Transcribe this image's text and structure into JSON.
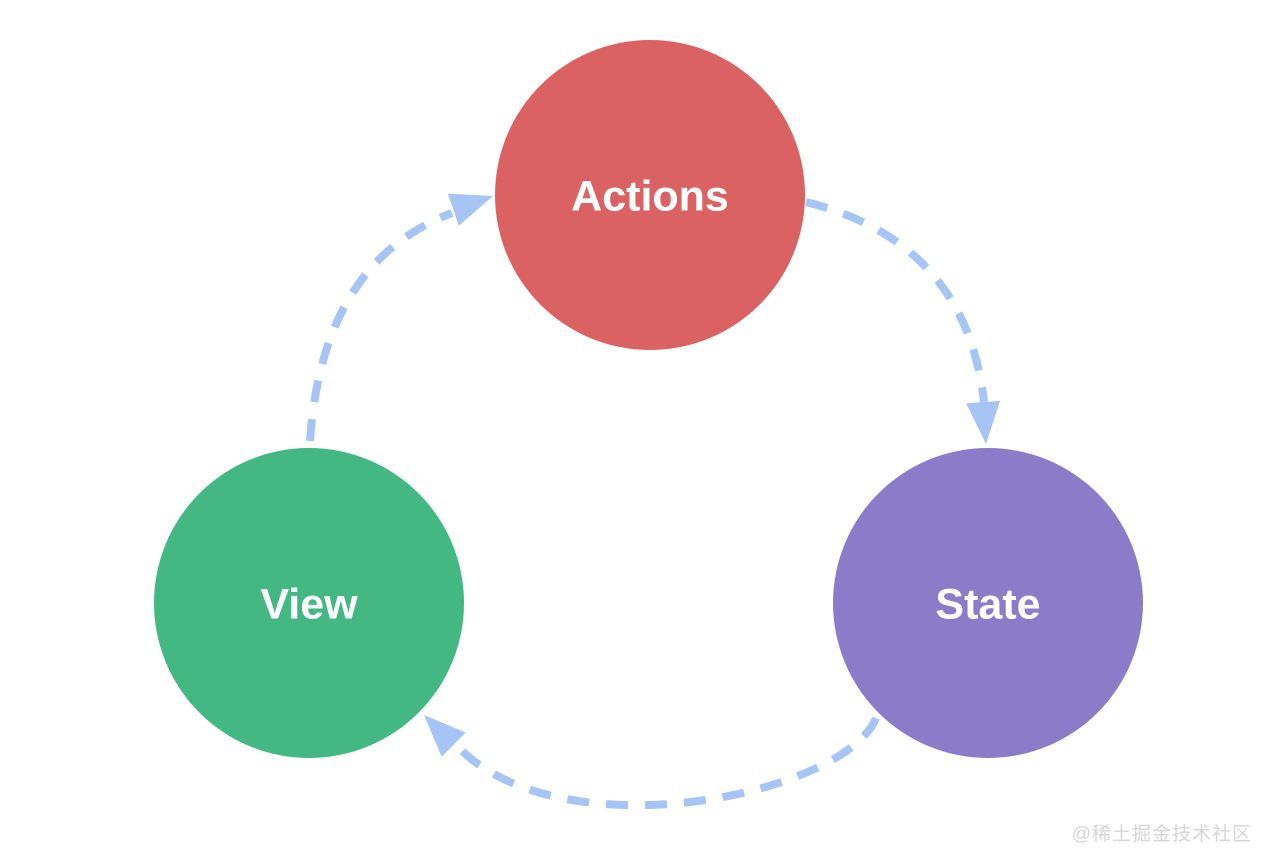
{
  "page": {
    "background": "#ffffff"
  },
  "diagram": {
    "type": "cycle",
    "nodes": [
      {
        "id": "actions",
        "label": "Actions",
        "color": "#db6262"
      },
      {
        "id": "state",
        "label": "State",
        "color": "#8a7cc8"
      },
      {
        "id": "view",
        "label": "View",
        "color": "#43b883"
      }
    ],
    "edges": [
      {
        "from": "actions",
        "to": "state"
      },
      {
        "from": "state",
        "to": "view"
      },
      {
        "from": "view",
        "to": "actions"
      }
    ],
    "edge_style": {
      "color": "#a6c5f5",
      "line": "dashed"
    },
    "label_color": "#ffffff"
  },
  "watermark": {
    "text": "@稀土掘金技术社区",
    "color": "#d5d5d5"
  }
}
